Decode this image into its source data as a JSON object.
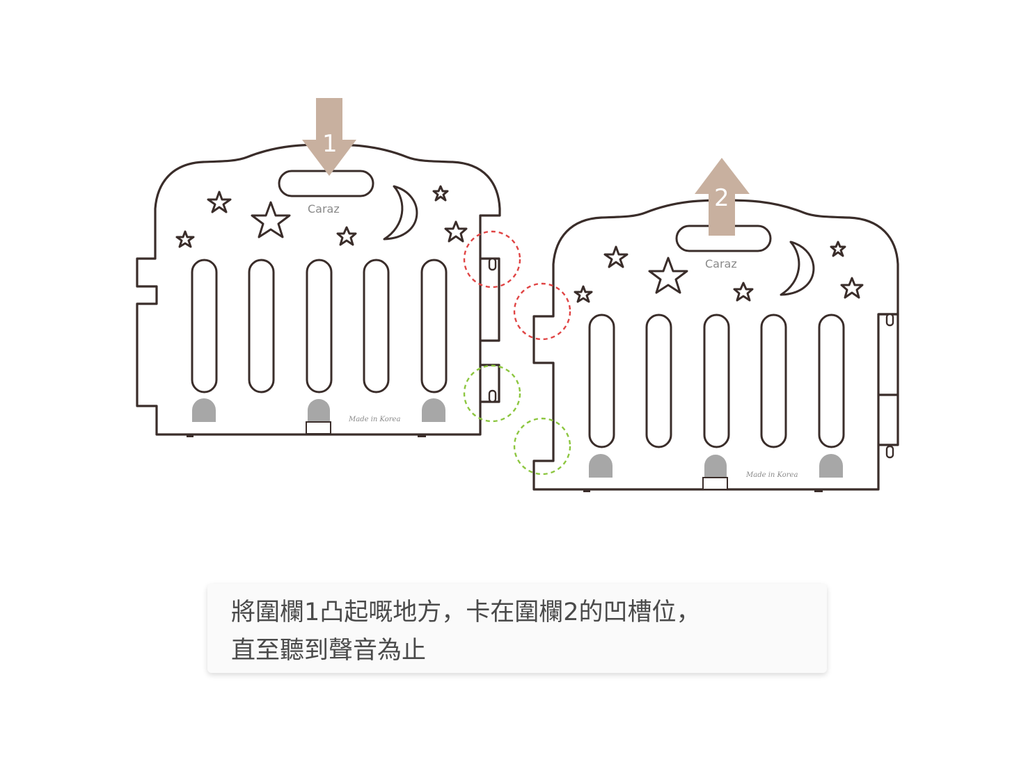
{
  "panels": [
    {
      "brand": "Caraz",
      "made_in": "Made in Korea"
    },
    {
      "brand": "Caraz",
      "made_in": "Made in Korea"
    }
  ],
  "arrows": [
    {
      "label": "1",
      "direction": "down",
      "color": "#c8b09f"
    },
    {
      "label": "2",
      "direction": "up",
      "color": "#c8b09f"
    }
  ],
  "rings": {
    "upper_color": "#e04444",
    "lower_color": "#8cc63f"
  },
  "caption": {
    "line1": "將圍欄1凸起嘅地方，卡在圍欄2的凹槽位，",
    "line2": "直至聽到聲音為止"
  }
}
